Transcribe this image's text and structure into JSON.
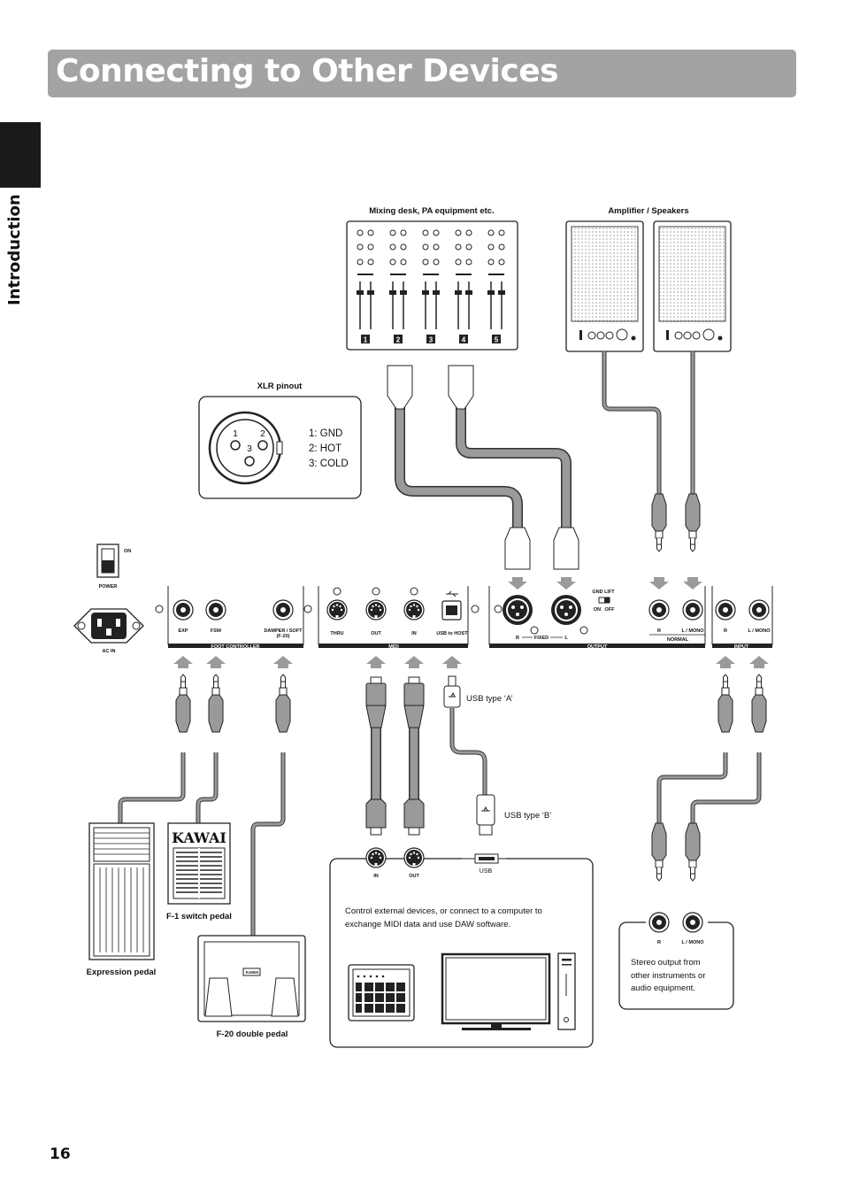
{
  "header": {
    "title": "Connecting to Other Devices"
  },
  "sidebar": {
    "section_label": "Introduction"
  },
  "page": {
    "number": "16"
  },
  "devices": {
    "mixing_desk": {
      "label": "Mixing desk, PA equipment etc.",
      "channels": [
        "1",
        "2",
        "3",
        "4",
        "5"
      ]
    },
    "speakers": {
      "label": "Amplifier / Speakers"
    },
    "xlr_pinout": {
      "label": "XLR pinout",
      "pins": [
        "1: GND",
        "2: HOT",
        "3: COLD"
      ],
      "pin_numbers": [
        "1",
        "2",
        "3"
      ]
    },
    "expression_pedal": {
      "label": "Expression pedal"
    },
    "f1_pedal": {
      "label": "F-1 switch pedal",
      "brand": "KAWAI"
    },
    "f20_pedal": {
      "label": "F-20 double pedal",
      "brand": "KAWAI"
    },
    "usb_type_a": "USB type ‘A’",
    "usb_type_b": "USB type ‘B’",
    "midi_box": {
      "description_line1": "Control external devices, or connect to a computer to",
      "description_line2": "exchange MIDI data and use DAW software.",
      "in_label": "IN",
      "out_label": "OUT",
      "usb_label": "USB"
    },
    "stereo_box": {
      "line1": "Stereo output from",
      "line2": "other instruments or",
      "line3": "audio equipment.",
      "r_label": "R",
      "l_label": "L / MONO"
    }
  },
  "panel": {
    "power": {
      "on_label": "ON",
      "label": "POWER"
    },
    "ac_in": "AC IN",
    "foot_controller": {
      "section": "FOOT CONTROLLER",
      "jacks": [
        "EXP",
        "FSW",
        "DAMPER / SOFT"
      ],
      "sub": "(F-20)"
    },
    "midi": {
      "section": "MIDI",
      "jacks": [
        "THRU",
        "OUT",
        "IN"
      ],
      "usb": "USB to HOST"
    },
    "output": {
      "section": "OUTPUT",
      "xlr_r": "R",
      "fixed": "FIXED",
      "xlr_l": "L",
      "gnd_lift": "GND LIFT",
      "on": "ON",
      "off": "OFF",
      "jack_r": "R",
      "jack_l": "L / MONO",
      "normal": "NORMAL"
    },
    "input": {
      "section": "INPUT",
      "jack_r": "R",
      "jack_l": "L / MONO"
    }
  },
  "colors": {
    "title_bar": "#a3a3a3",
    "cable": "#9a9a9a",
    "cable_outline": "#333333",
    "dark": "#1a1a1a"
  }
}
